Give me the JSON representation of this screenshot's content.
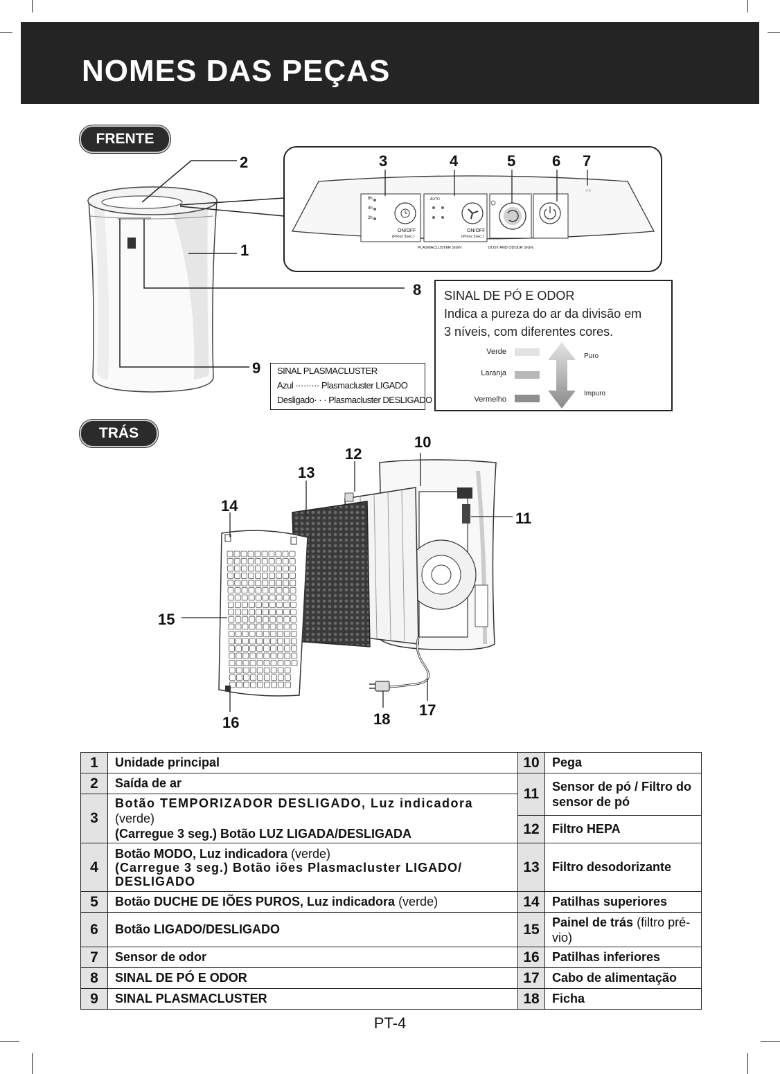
{
  "title": "NOMES DAS PEÇAS",
  "sections": {
    "front": "FRENTE",
    "back": "TRÁS"
  },
  "callouts": [
    "1",
    "2",
    "3",
    "4",
    "5",
    "6",
    "7",
    "8",
    "9",
    "10",
    "11",
    "12",
    "13",
    "14",
    "15",
    "16",
    "17",
    "18"
  ],
  "panel": {
    "timer_levels": [
      "8h",
      "4h",
      "2h"
    ],
    "timer_caption": "ON/OFF",
    "timer_caption2": "(Press 3sec.)",
    "mode_caption": "ON/OFF",
    "mode_caption2": "(Press 3sec.)",
    "auto_label": "AUTO",
    "plasmacluster_sign": "PLASMACLUSTER SIGN",
    "dust_sign": "DUST AND ODOUR SIGN"
  },
  "dust_sign": {
    "title": "SINAL DE PÓ E ODOR",
    "desc1": "Indica a pureza do ar da divisão em",
    "desc2": "3 níveis, com diferentes cores.",
    "levels": [
      {
        "label": "Verde",
        "color": "#e2e2e2"
      },
      {
        "label": "Laranja",
        "color": "#b8b8b8"
      },
      {
        "label": "Vermelho",
        "color": "#8e8e8e"
      }
    ],
    "pure": "Puro",
    "impure": "Impuro"
  },
  "plasma_sign": {
    "title": "SINAL PLASMACLUSTER",
    "line1": "Azul ········· Plasmacluster LIGADO",
    "line2": "Desligado· · · Plasmacluster DESLIGADO"
  },
  "parts_left": [
    {
      "n": "1",
      "bold": "Unidade principal",
      "plain": ""
    },
    {
      "n": "2",
      "bold": "Saída de ar",
      "plain": ""
    },
    {
      "n": "3",
      "bold": "Botão TEMPORIZADOR DESLIGADO, Luz indicadora",
      "plain": "(verde)",
      "bold2": "(Carregue 3 seg.) Botão LUZ LIGADA/DESLIGADA"
    },
    {
      "n": "4",
      "bold": "Botão MODO, Luz indicadora",
      "plain": "(verde)",
      "bold2": "(Carregue 3 seg.) Botão iões Plasmacluster LIGADO/ DESLIGADO"
    },
    {
      "n": "5",
      "bold": "Botão DUCHE DE IÕES PUROS, Luz indicadora",
      "plain": "(verde)"
    },
    {
      "n": "6",
      "bold": "Botão LIGADO/DESLIGADO",
      "plain": ""
    },
    {
      "n": "7",
      "bold": "Sensor de odor",
      "plain": ""
    },
    {
      "n": "8",
      "bold": "SINAL DE PÓ E ODOR",
      "plain": ""
    },
    {
      "n": "9",
      "bold": "SINAL PLASMACLUSTER",
      "plain": ""
    }
  ],
  "parts_right": [
    {
      "n": "10",
      "bold": "Pega",
      "plain": ""
    },
    {
      "n": "11",
      "bold": "Sensor de pó / Filtro do sensor de pó",
      "plain": ""
    },
    {
      "n": "12",
      "bold": "Filtro HEPA",
      "plain": ""
    },
    {
      "n": "13",
      "bold": "Filtro desodorizante",
      "plain": ""
    },
    {
      "n": "14",
      "bold": "Patilhas superiores",
      "plain": ""
    },
    {
      "n": "15",
      "bold": "Painel de trás",
      "plain": "(filtro pré-vio)"
    },
    {
      "n": "16",
      "bold": "Patilhas inferiores",
      "plain": ""
    },
    {
      "n": "17",
      "bold": "Cabo de alimentação",
      "plain": ""
    },
    {
      "n": "18",
      "bold": "Ficha",
      "plain": ""
    }
  ],
  "page_number": "PT-4"
}
